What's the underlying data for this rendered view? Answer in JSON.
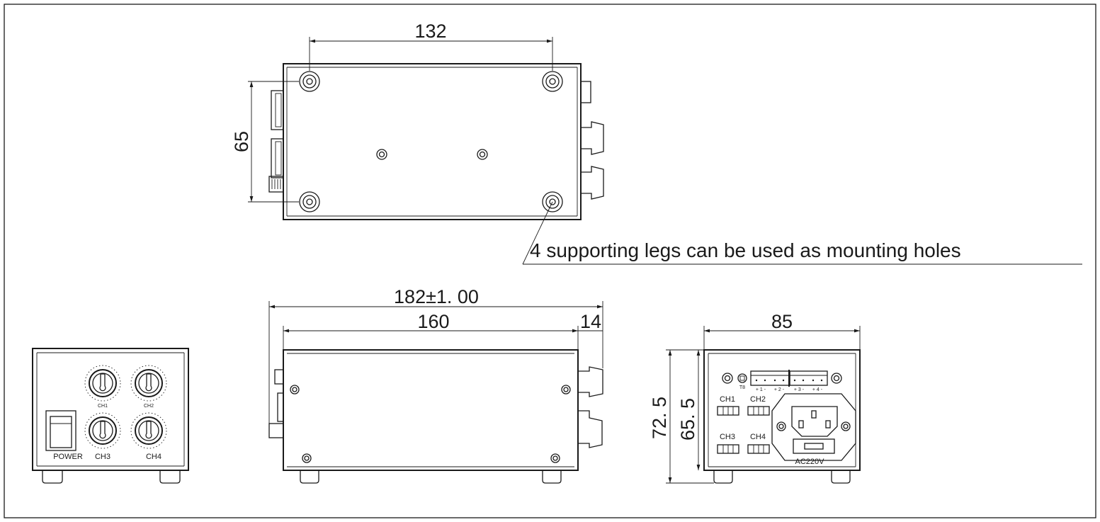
{
  "dimensions": {
    "top_hole_spacing": "132",
    "top_hole_depth": "65",
    "overall_length": "182±1. 00",
    "body_length": "160",
    "knob_protrusion": "14",
    "width": "85",
    "overall_height": "72. 5",
    "body_height": "65. 5"
  },
  "annotation": "4 supporting legs can be used as mounting holes",
  "front_panel": {
    "knob_labels": [
      "CH1",
      "CH2",
      "CH3",
      "CH4"
    ],
    "switch_label": "POWER"
  },
  "rear_panel": {
    "fuse_label": "T8",
    "terminal_labels": [
      "+ 1 -",
      "+ 2 -",
      "+ 3 -",
      "+ 4 -"
    ],
    "channel_labels": [
      "CH1",
      "CH2",
      "CH3",
      "CH4"
    ],
    "power_label": "AC220V"
  }
}
